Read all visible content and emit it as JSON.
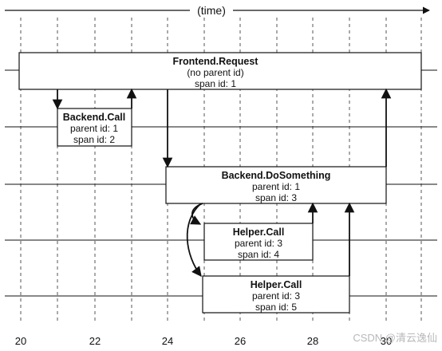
{
  "diagram": {
    "axis_title": "(time)",
    "ticks": [
      "20",
      "22",
      "24",
      "26",
      "28",
      "30"
    ],
    "spans": [
      {
        "id": "frontend",
        "title": "Frontend.Request",
        "lines": [
          "(no parent id)",
          "span id: 1"
        ]
      },
      {
        "id": "backend-call",
        "title": "Backend.Call",
        "lines": [
          "parent id: 1",
          "span id: 2"
        ]
      },
      {
        "id": "backend-dosomething",
        "title": "Backend.DoSomething",
        "lines": [
          "parent id: 1",
          "span id: 3"
        ]
      },
      {
        "id": "helper-call-1",
        "title": "Helper.Call",
        "lines": [
          "parent id: 3",
          "span id: 4"
        ]
      },
      {
        "id": "helper-call-2",
        "title": "Helper.Call",
        "lines": [
          "parent id: 3",
          "span id: 5"
        ]
      }
    ],
    "watermark": "CSDN @清云逸仙",
    "colors": {
      "line": "#111111",
      "box_fill": "#ffffff",
      "grid": "#555555"
    }
  }
}
